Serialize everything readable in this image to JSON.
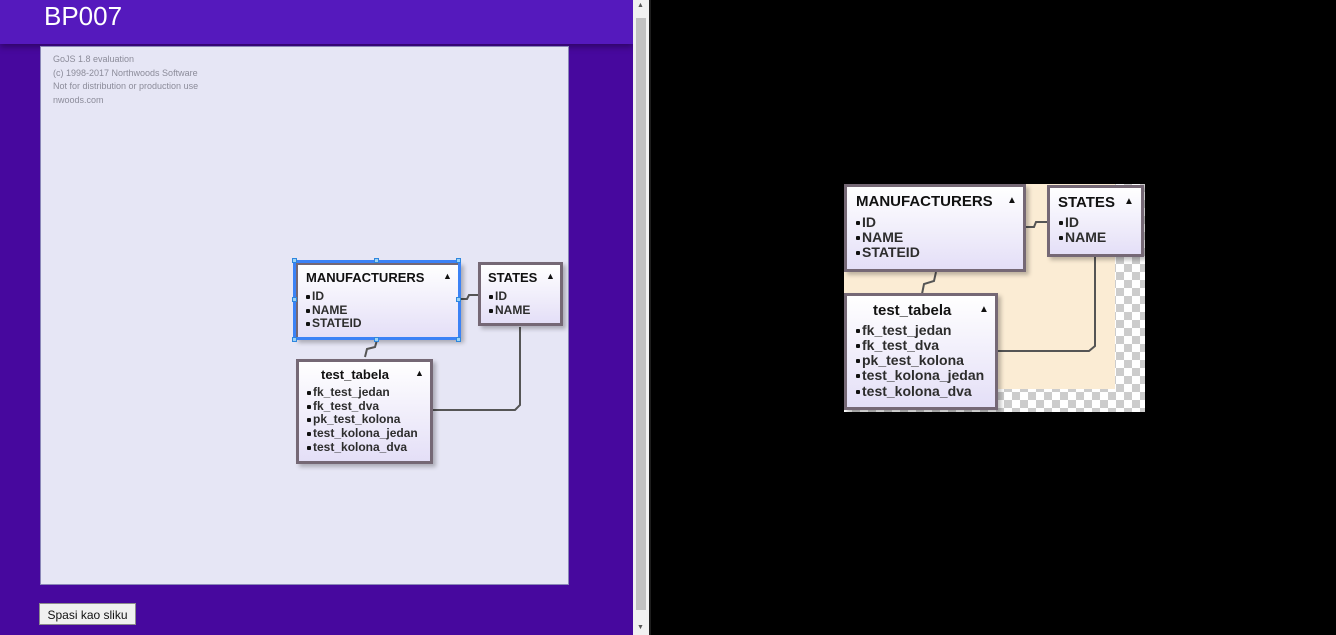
{
  "app": {
    "title": "BP007"
  },
  "watermark": {
    "lines": [
      "GoJS 1.8 evaluation",
      "(c) 1998-2017 Northwoods Software",
      "Not for distribution or production use",
      "nwoods.com"
    ]
  },
  "tables": {
    "manufacturers": {
      "name": "MANUFACTURERS",
      "fields": [
        "ID",
        "NAME",
        "STATEID"
      ]
    },
    "states": {
      "name": "STATES",
      "fields": [
        "ID",
        "NAME"
      ]
    },
    "test_tabela": {
      "name": "test_tabela",
      "fields": [
        "fk_test_jedan",
        "fk_test_dva",
        "pk_test_kolona",
        "test_kolona_jedan",
        "test_kolona_dva"
      ]
    }
  },
  "icons": {
    "collapse": "triangle-up-icon",
    "field": "square-bullet-icon"
  },
  "save_button": {
    "label": "Spasi kao sliku"
  },
  "colors": {
    "header": "#5519bd",
    "background": "#47089e",
    "canvas": "#e6e6f5",
    "node_border": "#756875",
    "selection": "#3b82f6",
    "image_bg": "#fbecd4"
  }
}
